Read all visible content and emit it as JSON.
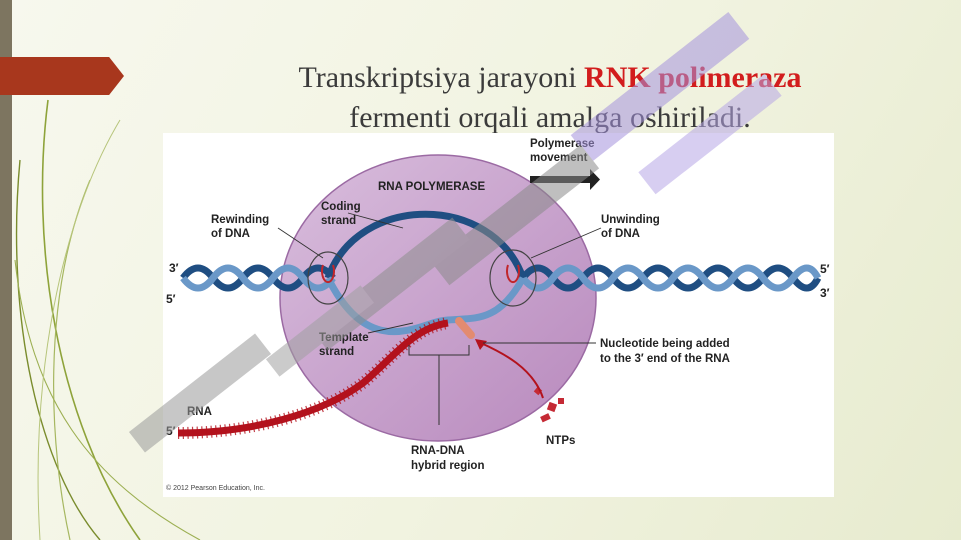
{
  "slide": {
    "title_part1": "Transkriptsiya jarayoni ",
    "title_highlight": "RNK polimeraza",
    "title_part2": "fermenti orqali amalga oshiriladi."
  },
  "diagram": {
    "enzyme_label": "RNA POLYMERASE",
    "movement_line1": "Polymerase",
    "movement_line2": "movement",
    "coding_line1": "Coding",
    "coding_line2": "strand",
    "rewinding_line1": "Rewinding",
    "rewinding_line2": "of DNA",
    "unwinding_line1": "Unwinding",
    "unwinding_line2": "of DNA",
    "template_line1": "Template",
    "template_line2": "strand",
    "nucleotide_line1": "Nucleotide being added",
    "nucleotide_line2": "to the 3′ end of the RNA",
    "rna_label": "RNA",
    "hybrid_line1": "RNA-DNA",
    "hybrid_line2": "hybrid region",
    "ntps_label": "NTPs",
    "left_3": "3′",
    "left_5": "5′",
    "right_5": "5′",
    "right_3": "3′",
    "rna_5": "5′",
    "copyright": "© 2012 Pearson Education, Inc."
  },
  "colors": {
    "accent_red": "#d21d1d",
    "tab": "#a8371d",
    "dna_dark": "#1f4e82",
    "dna_light": "#6a98c8",
    "rna": "#b3121d",
    "enzyme": "#c59bc9"
  }
}
